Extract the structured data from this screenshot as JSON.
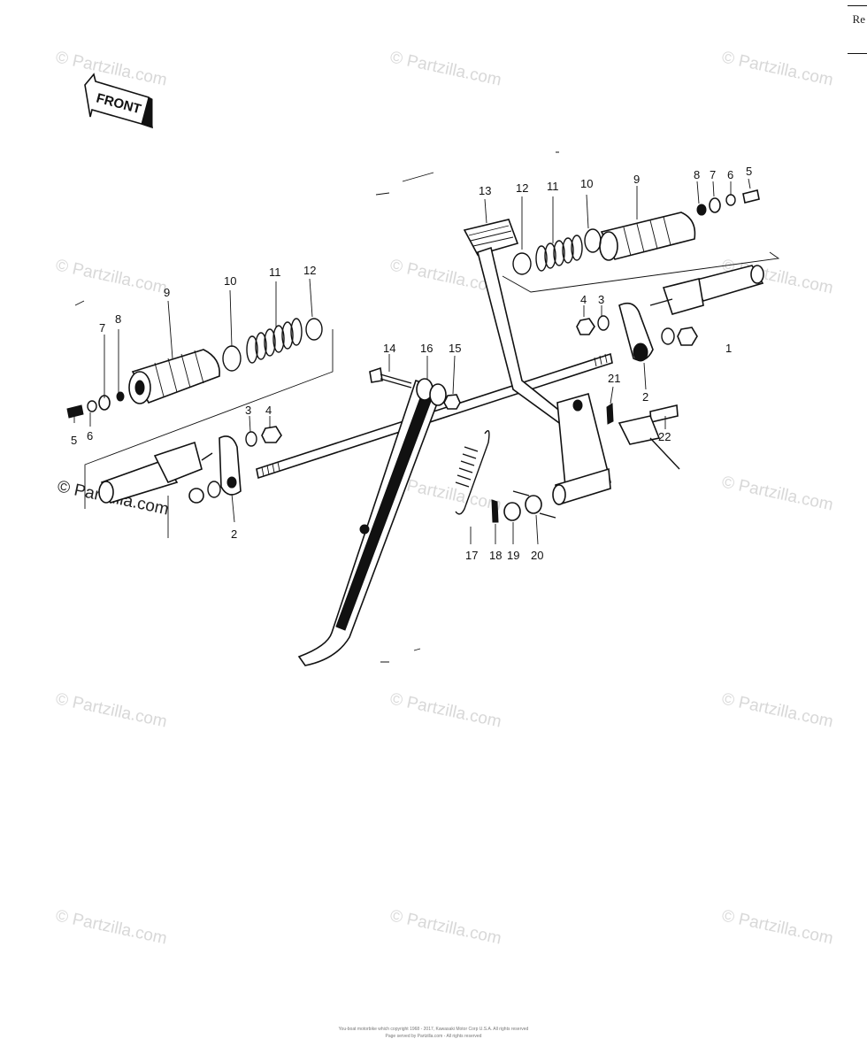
{
  "watermark_text": "© Partzilla.com",
  "front_badge": "FRONT",
  "corner_text": "Re",
  "footer": {
    "line1": "You-boat motorbike which copyright 1968 - 2017, Kawasaki Motor Corp U.S.A. All rights reserved",
    "line2": "Page served by Partzilla.com - All rights reserved"
  },
  "labels": {
    "l1": "1",
    "l2a": "2",
    "l2b": "2",
    "l3a": "3",
    "l3b": "3",
    "l4a": "4",
    "l4b": "4",
    "l5a": "5",
    "l5b": "5",
    "l6a": "6",
    "l6b": "6",
    "l7a": "7",
    "l7b": "7",
    "l8a": "8",
    "l8b": "8",
    "l9a": "9",
    "l9b": "9",
    "l10a": "10",
    "l10b": "10",
    "l11a": "11",
    "l11b": "11",
    "l12a": "12",
    "l12b": "12",
    "l13": "13",
    "l14": "14",
    "l15": "15",
    "l16": "16",
    "l17": "17",
    "l18": "18",
    "l19": "19",
    "l20": "20",
    "l21": "21",
    "l22": "22"
  }
}
